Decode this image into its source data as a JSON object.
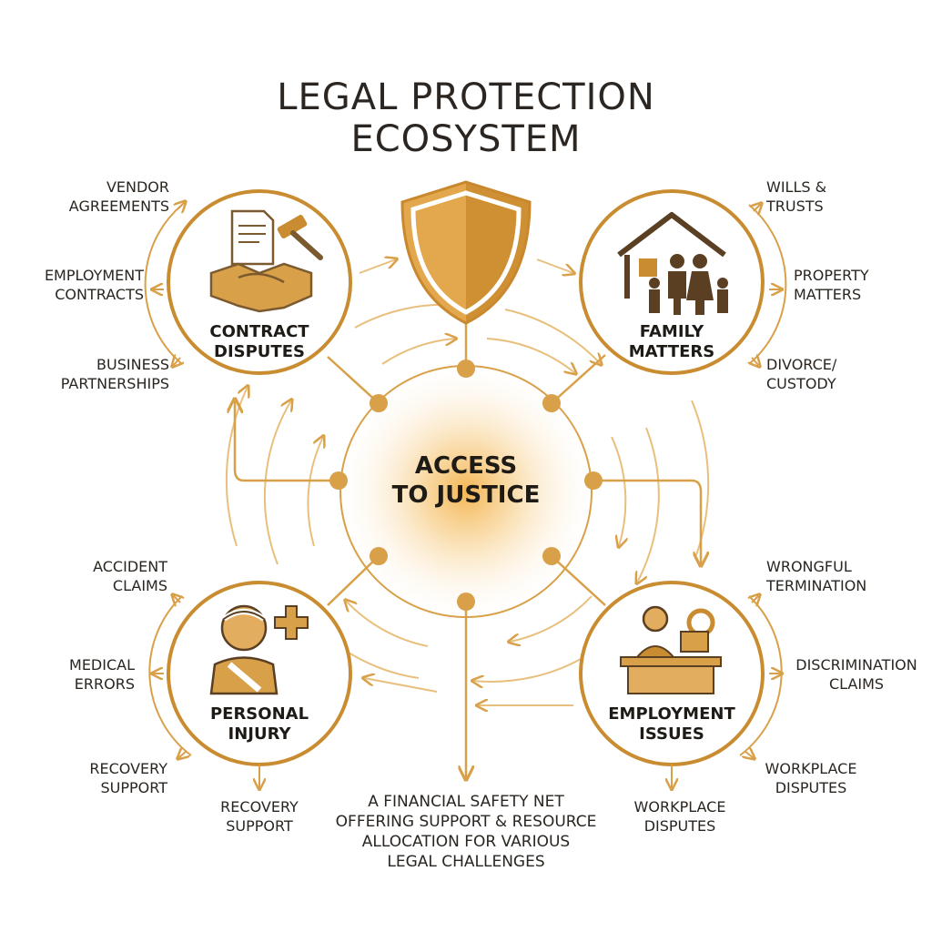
{
  "title": {
    "line1": "LEGAL PROTECTION",
    "line2": "ECOSYSTEM"
  },
  "center": {
    "line1": "ACCESS",
    "line2": "TO JUSTICE"
  },
  "hubs": {
    "contract": {
      "label": [
        "CONTRACT",
        "DISPUTES"
      ],
      "icon": "handshake-contract-gavel-icon",
      "items": [
        [
          "VENDOR",
          "AGREEMENTS"
        ],
        [
          "EMPLOYMENT",
          "CONTRACTS"
        ],
        [
          "BUSINESS",
          "PARTNERSHIPS"
        ]
      ]
    },
    "family": {
      "label": [
        "FAMILY",
        "MATTERS"
      ],
      "icon": "family-house-icon",
      "items": [
        [
          "WILLS &",
          "TRUSTS"
        ],
        [
          "PROPERTY",
          "MATTERS"
        ],
        [
          "DIVORCE/",
          "CUSTODY"
        ]
      ]
    },
    "injury": {
      "label": [
        "PERSONAL",
        "INJURY"
      ],
      "icon": "injured-person-icon",
      "items": [
        [
          "ACCIDENT",
          "CLAIMS"
        ],
        [
          "MEDICAL",
          "ERRORS"
        ],
        [
          "RECOVERY",
          "SUPPORT"
        ],
        [
          "RECOVERY",
          "SUPPORT"
        ]
      ]
    },
    "employment": {
      "label": [
        "EMPLOYMENT",
        "ISSUES"
      ],
      "icon": "office-worker-desk-icon",
      "items": [
        [
          "WRONGFUL",
          "TERMINATION"
        ],
        [
          "DISCRIMINATION",
          "CLAIMS"
        ],
        [
          "WORKPLACE",
          "DISPUTES"
        ],
        [
          "WORKPLACE",
          "DISPUTES"
        ]
      ]
    }
  },
  "caption": [
    "A FINANCIAL SAFETY NET",
    "OFFERING SUPPORT & RESOURCE",
    "ALLOCATION FOR VARIOUS",
    "LEGAL CHALLENGES"
  ],
  "colors": {
    "gold": "#d9a04a",
    "gold_dark": "#b97a25",
    "gold_light": "#e8bf7c",
    "text": "#2a2520"
  }
}
